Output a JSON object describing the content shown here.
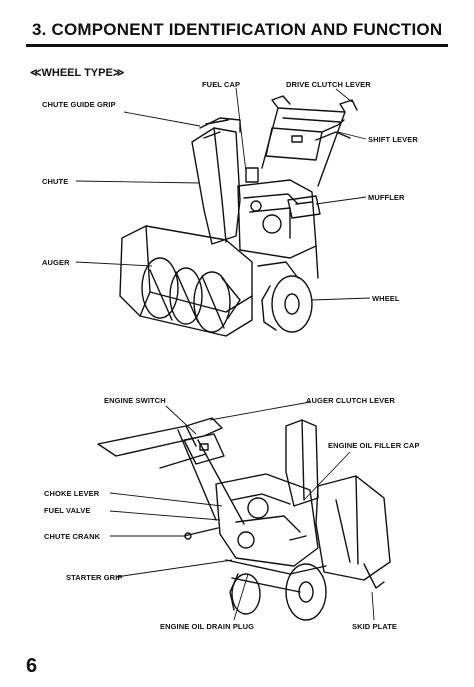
{
  "header": {
    "title": "3. COMPONENT IDENTIFICATION AND FUNCTION",
    "subheading": "≪WHEEL TYPE≫"
  },
  "figure_top": {
    "labels": {
      "fuel_cap": "FUEL CAP",
      "drive_clutch_lever": "DRIVE CLUTCH LEVER",
      "chute_guide_grip": "CHUTE GUIDE GRIP",
      "shift_lever": "SHIFT LEVER",
      "chute": "CHUTE",
      "muffler": "MUFFLER",
      "auger": "AUGER",
      "wheel": "WHEEL"
    }
  },
  "figure_bottom": {
    "labels": {
      "engine_switch": "ENGINE SWITCH",
      "auger_clutch_lever": "AUGER CLUTCH LEVER",
      "engine_oil_filler_cap": "ENGINE OIL FILLER CAP",
      "choke_lever": "CHOKE LEVER",
      "fuel_valve": "FUEL VALVE",
      "chute_crank": "CHUTE CRANK",
      "starter_grip": "STARTER GRIP",
      "engine_oil_drain_plug": "ENGINE OIL DRAIN PLUG",
      "skid_plate": "SKID PLATE"
    }
  },
  "footer": {
    "page_number": "6"
  }
}
